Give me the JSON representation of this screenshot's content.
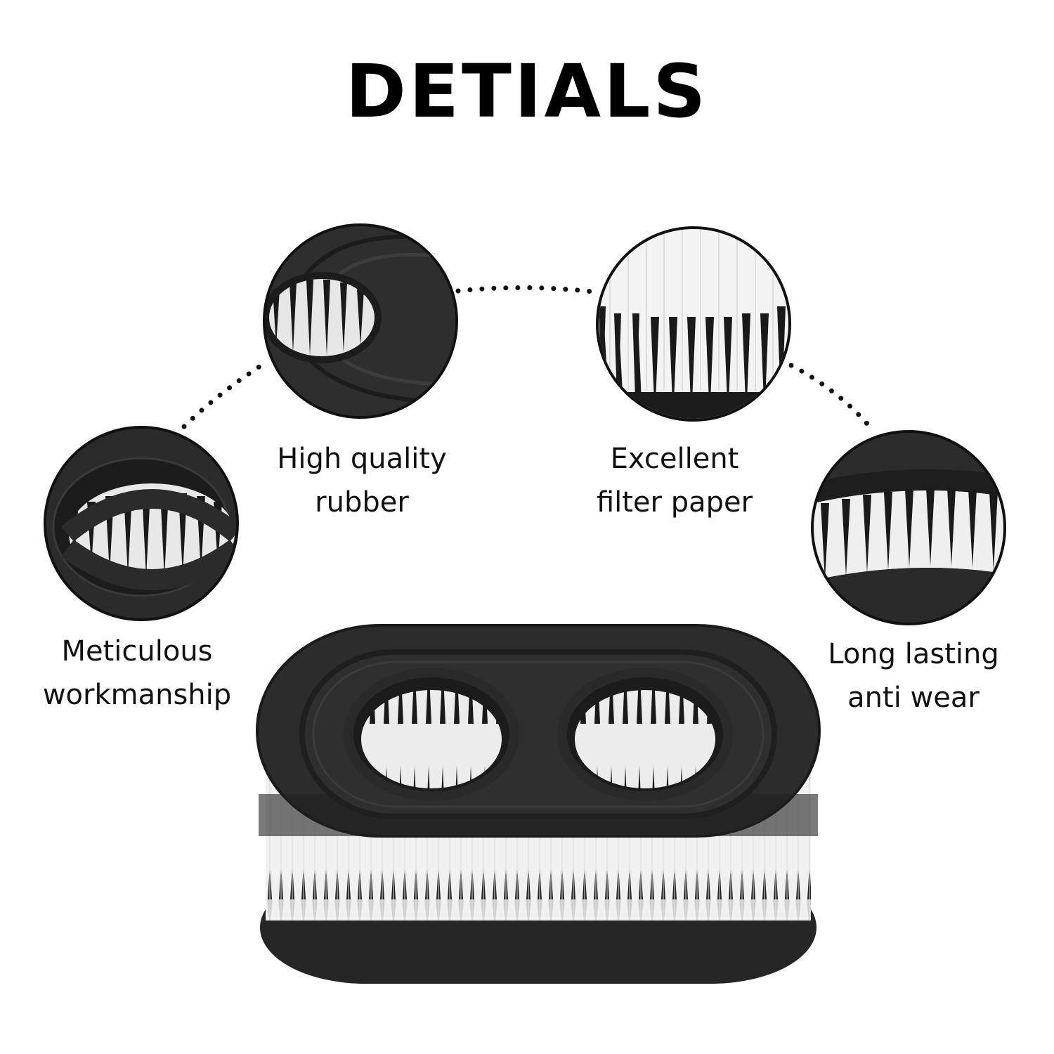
{
  "title": "DETIALS",
  "features": [
    {
      "line1": "Meticulous",
      "line2": "workmanship"
    },
    {
      "line1": "High quality",
      "line2": "rubber"
    },
    {
      "line1": "Excellent",
      "line2": "filter paper"
    },
    {
      "line1": "Long lasting",
      "line2": "anti wear"
    }
  ],
  "colors": {
    "rubber": "#2a2a2a",
    "rubber_edge": "#111111",
    "paper": "#f2f2f2",
    "text": "#111111"
  }
}
